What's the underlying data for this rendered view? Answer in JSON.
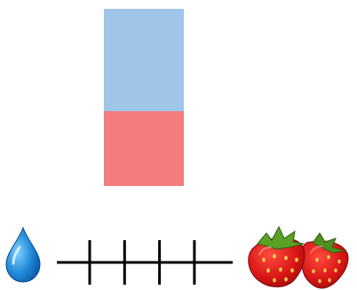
{
  "mixture_bar": {
    "water_fraction": 0.58,
    "strawberry_fraction": 0.42,
    "colors": {
      "water": "#9fc5e8",
      "strawberry": "#f47c7c"
    }
  },
  "ratio_scale": {
    "tick_count": 4,
    "left_icon": "water-drop-icon",
    "right_icon": "strawberries-icon"
  }
}
